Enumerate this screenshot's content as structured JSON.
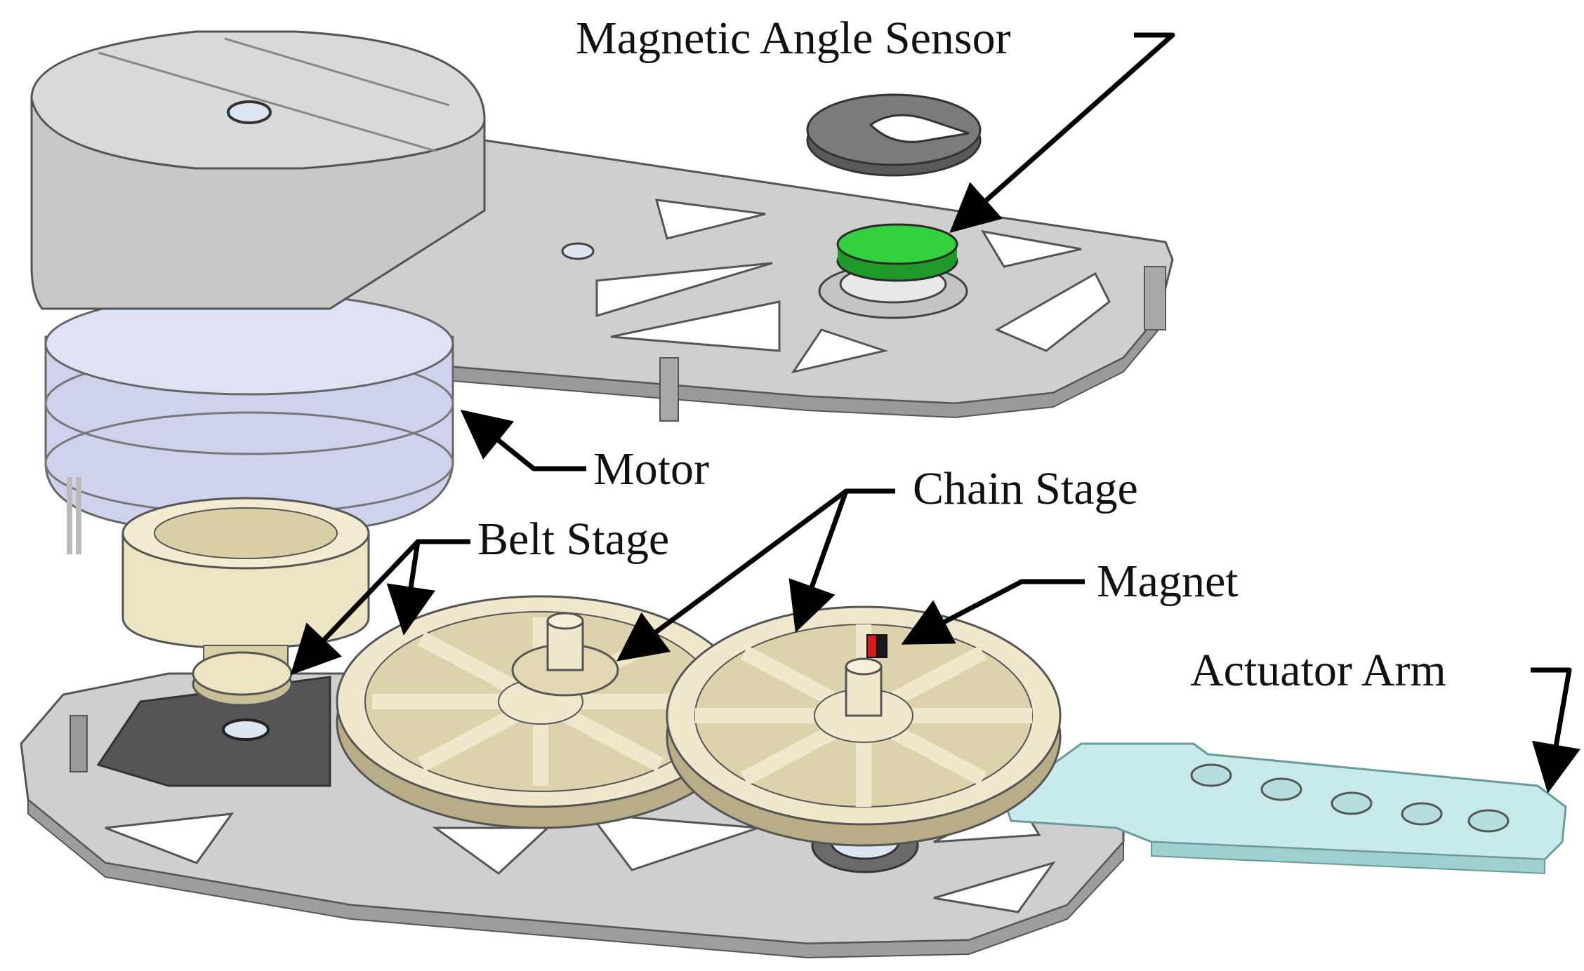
{
  "figure": {
    "labels": {
      "magnetic_angle_sensor": "Magnetic Angle Sensor",
      "motor": "Motor",
      "chain_stage": "Chain Stage",
      "belt_stage": "Belt Stage",
      "magnet": "Magnet",
      "actuator_arm": "Actuator Arm"
    },
    "colors": {
      "housing": "#c9c9c9",
      "housing_dark": "#8f8f8f",
      "motor_stator": "#d6d8ee",
      "gear": "#efe8cc",
      "gear_dark": "#b8ad86",
      "sensor": "#2fcf3a",
      "magnet_red": "#d41c1c",
      "actuator_arm": "#c9eaea",
      "plate": "#d0d0d0"
    }
  }
}
